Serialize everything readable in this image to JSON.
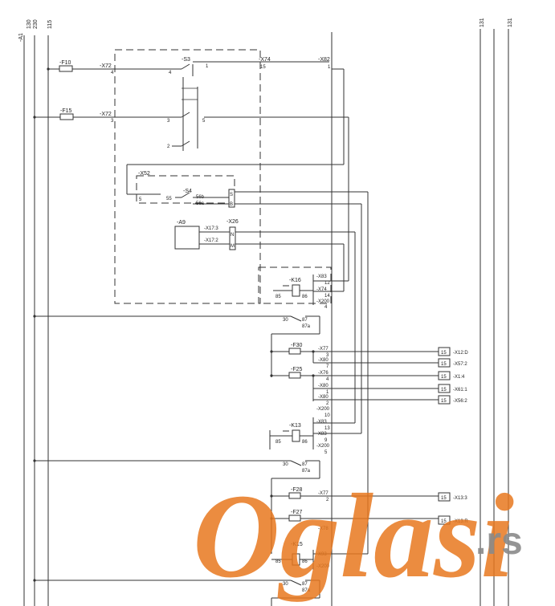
{
  "rails": {
    "r1": "-A1",
    "r2a": "130",
    "r2b": "230",
    "r3": "115",
    "r4": "131",
    "r5": "131"
  },
  "components": {
    "f10": "-F10",
    "f15": "-F15",
    "x72a": "-X72",
    "x72a_pin": "4",
    "x72b": "-X72",
    "x72b_pin": "3",
    "s3": "-S3",
    "s3_pin1": "1",
    "s3_pin4": "4",
    "s3_pin3": "3",
    "s3_pin5": "5",
    "s3_pin2": "2",
    "x74": "-X74",
    "x74_pin": "15",
    "x82": "-X82",
    "x82_pin": "1",
    "x52": "-X52",
    "x52_pin": "5",
    "s4": "-S4",
    "s4_55": "55",
    "s4_56b": "56b",
    "s4_56a": "56a",
    "s4_s": "S",
    "s4_b": "B",
    "a9": "-A9",
    "x26": "-X26",
    "x17_3": "-X17:3",
    "x17_2": "-X17:2",
    "x26_n": "N",
    "x26_m": "M",
    "k16": "-K16",
    "k16_85": "85",
    "k16_86": "86",
    "k16_x83": "-X83",
    "k16_x83p": "12",
    "k16_x74": "-X74",
    "k16_x74p": "14",
    "k16_x200": "-X200",
    "k16_x200p": "4",
    "r1_30": "30",
    "r1_87": "87",
    "r1_87a": "87a",
    "f30": "-F30",
    "f25": "-F25",
    "x77a": "-X77",
    "x77a_p": "3",
    "x80a": "-X80",
    "x80a_p": "7",
    "x76": "-X76",
    "x76_p": "4",
    "x80b": "-X80",
    "x80b_p": "1",
    "x80c": "-X80",
    "x80c_p": "2",
    "x200b": "-X200",
    "x200b_p": "10",
    "k13": "-K13",
    "k13_85": "85",
    "k13_86": "86",
    "k13_x83": "-X83",
    "k13_x83p": "13",
    "k13_x83b": "-X83",
    "k13_x83bp": "9",
    "k13_x200": "-X200",
    "k13_x200p": "5",
    "r2_30": "30",
    "r2_87": "87",
    "r2_87a": "87a",
    "f28": "-F28",
    "x77b": "-X77",
    "x77b_p": "2",
    "f27": "-F27",
    "x78": "-X78",
    "k15": "-K15",
    "k15_85": "85",
    "k15_86": "86",
    "x93": "-X93",
    "x200c": "-X200",
    "r3_30": "30",
    "r3_87": "87",
    "r3_87a": "87a"
  },
  "refs": [
    {
      "box": "15",
      "label": "-X12:D"
    },
    {
      "box": "15",
      "label": "-X57:2"
    },
    {
      "box": "15",
      "label": "-X1:4"
    },
    {
      "box": "15",
      "label": "-X61:1"
    },
    {
      "box": "15",
      "label": "-X56:2"
    },
    {
      "box": "15",
      "label": "-X13:3"
    },
    {
      "box": "15",
      "label": "-X13:R"
    }
  ],
  "watermark": {
    "brand": "Oglasi",
    "suffix": ".rs"
  },
  "colors": {
    "line": "#333333",
    "watermark": "#e8781f",
    "watermark_suffix": "#8a8a8a"
  }
}
